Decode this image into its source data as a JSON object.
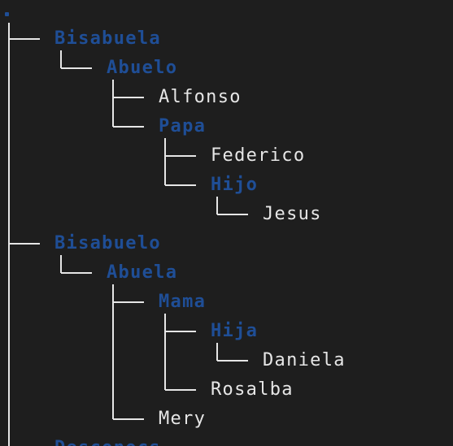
{
  "root": ".",
  "entries": [
    {
      "name": "Bisabuela",
      "type": "dir",
      "depth": 0,
      "last": false
    },
    {
      "name": "Abuelo",
      "type": "dir",
      "depth": 1,
      "last": true
    },
    {
      "name": "Alfonso",
      "type": "file",
      "depth": 2,
      "last": false
    },
    {
      "name": "Papa",
      "type": "dir",
      "depth": 2,
      "last": true
    },
    {
      "name": "Federico",
      "type": "file",
      "depth": 3,
      "last": false
    },
    {
      "name": "Hijo",
      "type": "dir",
      "depth": 3,
      "last": true
    },
    {
      "name": "Jesus",
      "type": "file",
      "depth": 4,
      "last": true
    },
    {
      "name": "Bisabuelo",
      "type": "dir",
      "depth": 0,
      "last": false
    },
    {
      "name": "Abuela",
      "type": "dir",
      "depth": 1,
      "last": true
    },
    {
      "name": "Mama",
      "type": "dir",
      "depth": 2,
      "last": false
    },
    {
      "name": "Hija",
      "type": "dir",
      "depth": 3,
      "last": false
    },
    {
      "name": "Daniela",
      "type": "file",
      "depth": 4,
      "last": true
    },
    {
      "name": "Rosalba",
      "type": "file",
      "depth": 3,
      "last": true
    },
    {
      "name": "Mery",
      "type": "file",
      "depth": 2,
      "last": true
    },
    {
      "name": "Desconocs",
      "type": "dir",
      "depth": 0,
      "last": true
    }
  ],
  "colors": {
    "background": "#1e1e1e",
    "directory": "#1f4e96",
    "file": "#e6e6e6",
    "connector": "#e6e6e6"
  }
}
